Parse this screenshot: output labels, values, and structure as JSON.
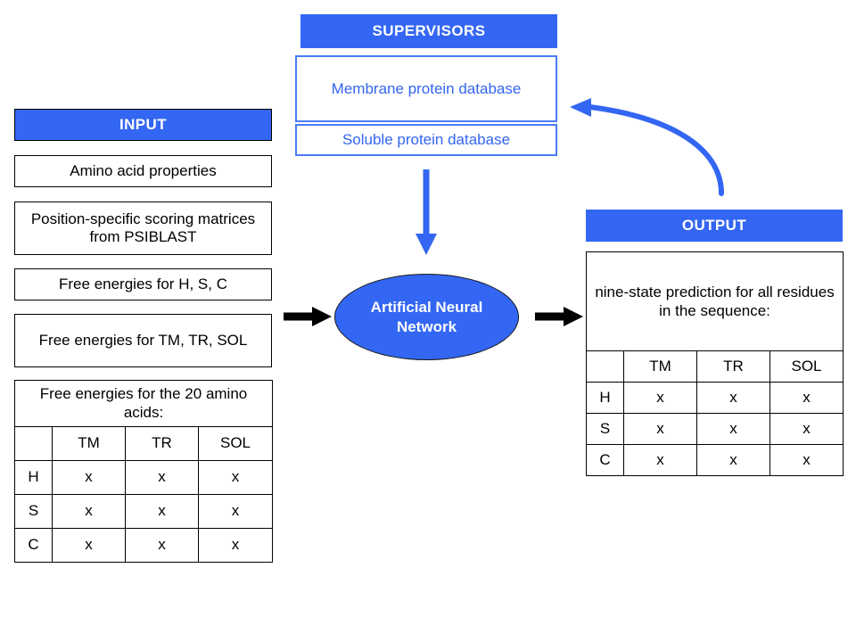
{
  "diagram": {
    "title_sections": {
      "supervisors": "SUPERVISORS",
      "input": "INPUT",
      "output": "OUTPUT"
    },
    "accent_color": "#3366F2",
    "db_border_color": "#4A7BF5",
    "text_color": "#000000",
    "arrow_black": "#000000",
    "arrow_blue": "#3366F2"
  },
  "supervisors": {
    "header": "SUPERVISORS",
    "boxes": [
      {
        "label": "Membrane protein database"
      },
      {
        "label": "Soluble protein database"
      }
    ]
  },
  "input": {
    "header": "INPUT",
    "boxes": [
      {
        "label": "Amino acid properties"
      },
      {
        "label": "Position-specific scoring matrices from PSIBLAST"
      },
      {
        "label": "Free energies for H, S, C"
      },
      {
        "label": "Free energies for TM, TR, SOL"
      }
    ],
    "table": {
      "caption": "Free energies for the 20 amino acids:",
      "corner": "",
      "columns": [
        "TM",
        "TR",
        "SOL"
      ],
      "rows": [
        {
          "label": "H",
          "cells": [
            "x",
            "x",
            "x"
          ]
        },
        {
          "label": "S",
          "cells": [
            "x",
            "x",
            "x"
          ]
        },
        {
          "label": "C",
          "cells": [
            "x",
            "x",
            "x"
          ]
        }
      ]
    }
  },
  "network": {
    "label": "Artificial Neural Network"
  },
  "output": {
    "header": "OUTPUT",
    "table": {
      "caption": "nine-state prediction for all residues in the sequence:",
      "corner": "",
      "columns": [
        "TM",
        "TR",
        "SOL"
      ],
      "rows": [
        {
          "label": "H",
          "cells": [
            "x",
            "x",
            "x"
          ]
        },
        {
          "label": "S",
          "cells": [
            "x",
            "x",
            "x"
          ]
        },
        {
          "label": "C",
          "cells": [
            "x",
            "x",
            "x"
          ]
        }
      ]
    }
  },
  "arrows": [
    {
      "name": "input-to-network",
      "kind": "straight",
      "color": "#000000"
    },
    {
      "name": "network-to-output",
      "kind": "straight",
      "color": "#000000"
    },
    {
      "name": "database-to-network",
      "kind": "straight",
      "color": "#3366F2"
    },
    {
      "name": "output-to-database",
      "kind": "curved",
      "color": "#3366F2"
    }
  ]
}
